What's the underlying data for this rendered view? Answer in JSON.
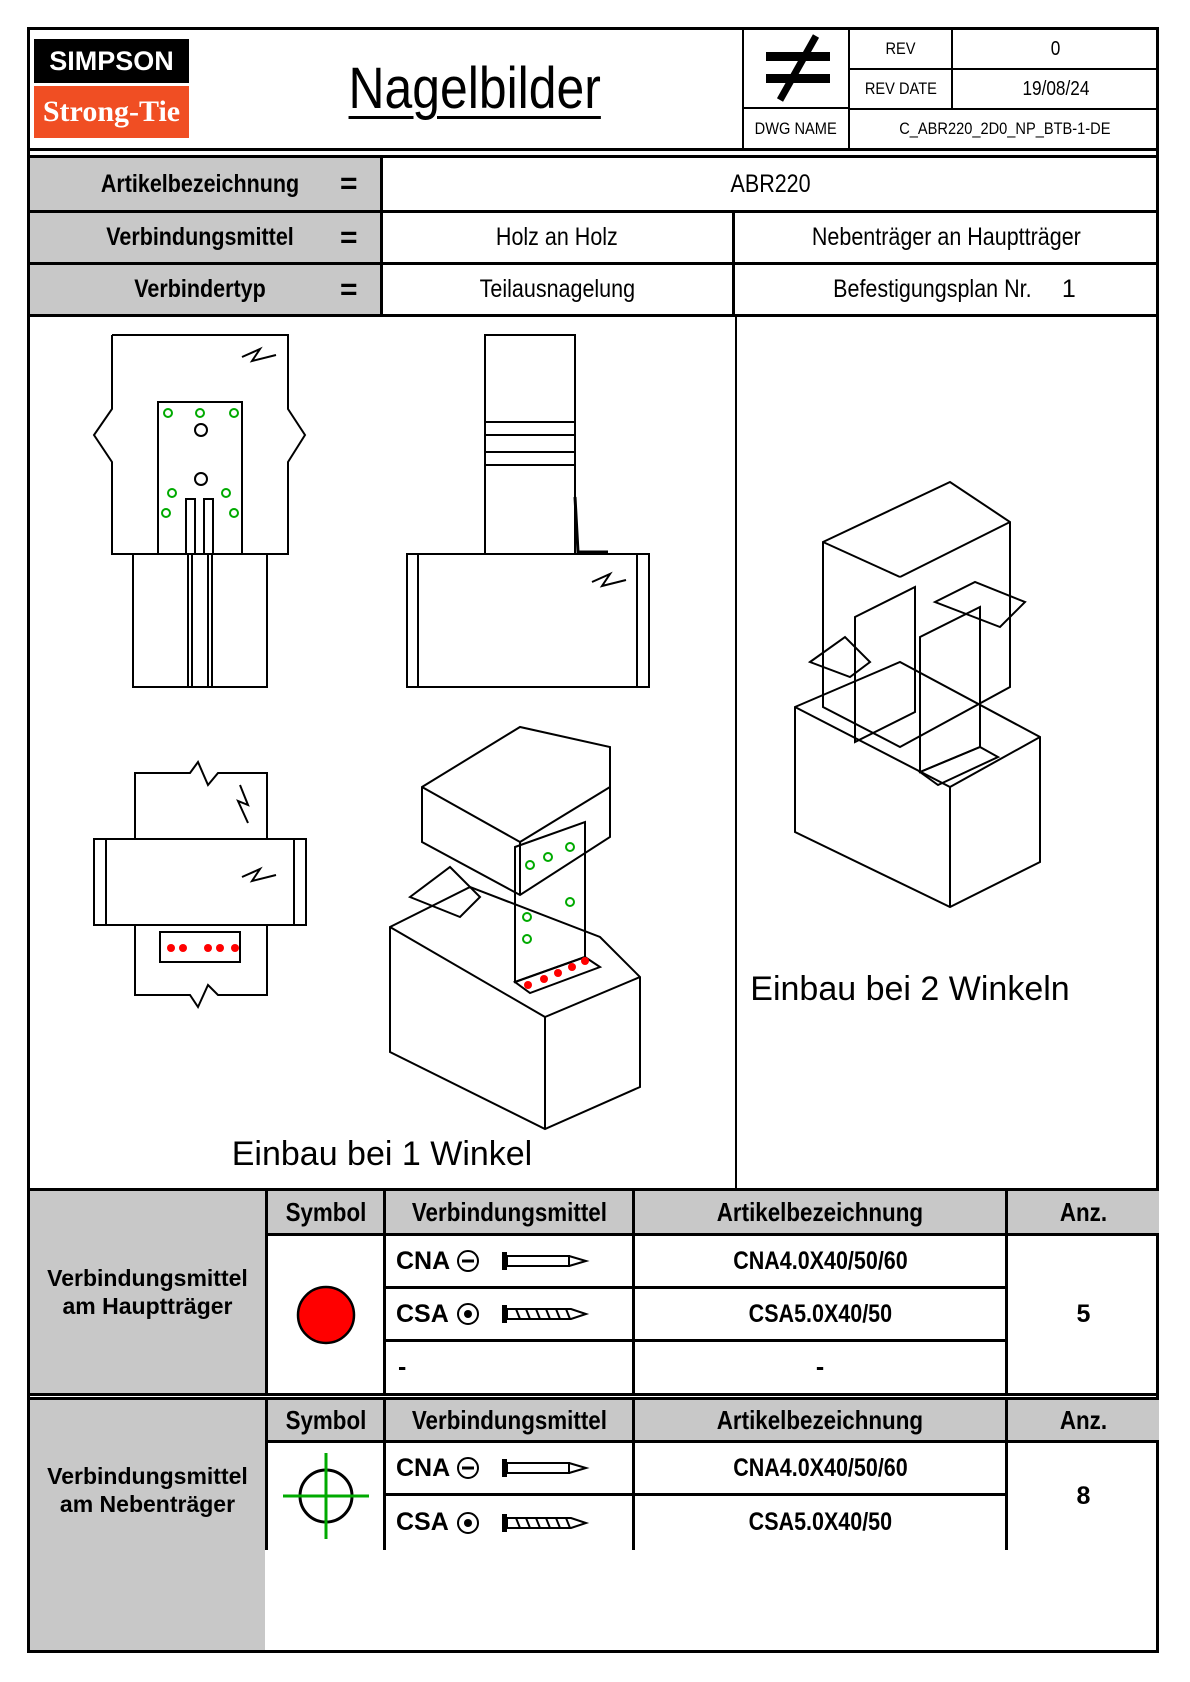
{
  "header": {
    "brand_top": "SIMPSON",
    "brand_bottom": "Strong-Tie",
    "title": "Nagelbilder",
    "symbol": "≠",
    "rev_label": "REV",
    "rev_value": "0",
    "rev_date_label": "REV DATE",
    "rev_date_value": "19/08/24",
    "dwg_name_label": "DWG NAME",
    "dwg_name_value": "C_ABR220_2D0_NP_BTB-1-DE"
  },
  "info": {
    "rows": [
      {
        "label": "Artikelbezeichnung",
        "eq": "=",
        "value": "ABR220"
      },
      {
        "label": "Verbindungsmittel",
        "eq": "=",
        "value_a": "Holz an Holz",
        "value_b": "Nebenträger an Hauptträger"
      },
      {
        "label": "Verbindertyp",
        "eq": "=",
        "value_a": "Teilausnagelung",
        "value_b": "Befestigungsplan Nr.",
        "value_b_num": "1"
      }
    ]
  },
  "drawings": {
    "caption_one": "Einbau bei 1 Winkel",
    "caption_two": "Einbau bei 2 Winkeln"
  },
  "colors": {
    "gray": "#c8c8c8",
    "main_marker": "#ff0000",
    "secondary_marker": "#00aa00",
    "logo_top": "#000000",
    "logo_bottom": "#f04e23"
  },
  "tables": {
    "headers": {
      "symbol": "Symbol",
      "fastener": "Verbindungsmittel",
      "article": "Artikelbezeichnung",
      "qty": "Anz."
    },
    "main": {
      "label_line1": "Verbindungsmittel",
      "label_line2": "am Hauptträger",
      "symbol_icon": "red-dot-icon",
      "rows": [
        {
          "type": "CNA",
          "article": "CNA4.0X40/50/60"
        },
        {
          "type": "CSA",
          "article": "CSA5.0X40/50"
        },
        {
          "type": "-",
          "article": "-"
        }
      ],
      "qty": "5"
    },
    "secondary": {
      "label_line1": "Verbindungsmittel",
      "label_line2": "am Nebenträger",
      "symbol_icon": "green-crosshair-icon",
      "rows": [
        {
          "type": "CNA",
          "article": "CNA4.0X40/50/60"
        },
        {
          "type": "CSA",
          "article": "CSA5.0X40/50"
        }
      ],
      "qty": "8"
    }
  }
}
